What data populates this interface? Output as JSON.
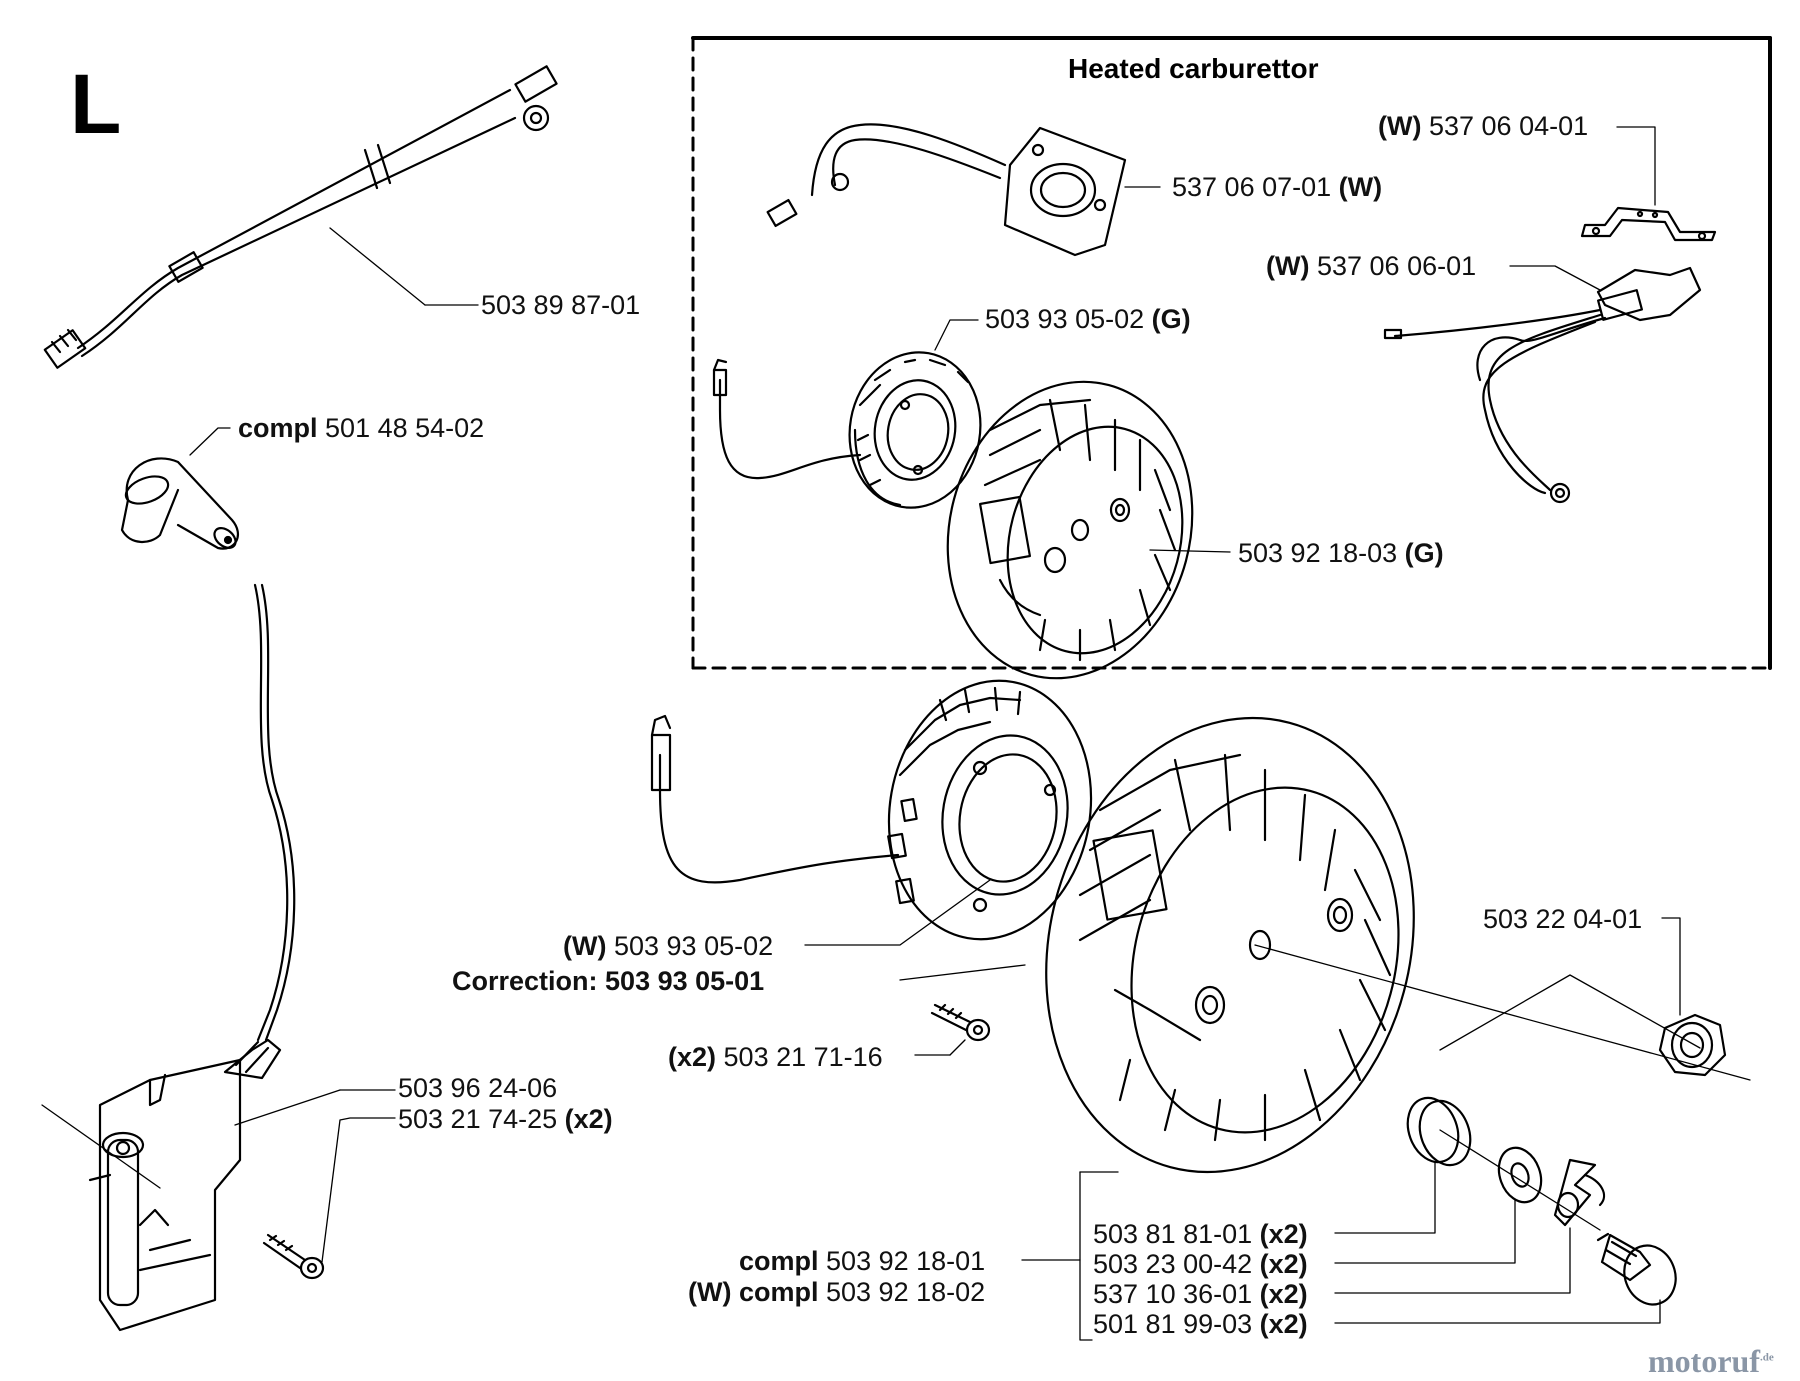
{
  "section_letter": "L",
  "inset": {
    "title": "Heated carburettor"
  },
  "labels": {
    "cable": {
      "num": "503 89 87-01"
    },
    "plug_cap": {
      "pre": "compl",
      "num": "501 48 54-02"
    },
    "hc_clamp": {
      "pre": "(W)",
      "num": "537 06 04-01"
    },
    "hc_gasket_heater": {
      "num": "537 06 07-01",
      "suf": "(W)"
    },
    "hc_thermostat": {
      "pre": "(W)",
      "num": "537 06 06-01"
    },
    "hc_generator": {
      "num": "503 93 05-02",
      "suf": "(G)"
    },
    "hc_flywheel": {
      "num": "503 92 18-03",
      "suf": "(G)"
    },
    "generator": {
      "pre": "(W)",
      "num": "503 93 05-02"
    },
    "correction": {
      "pre": "Correction:",
      "num": "503 93 05-01"
    },
    "gen_screw": {
      "pre": "(x2)",
      "num": "503 21 71-16"
    },
    "coil": {
      "num": "503 96 24-06"
    },
    "coil_screw": {
      "num": "503 21 74-25",
      "suf": "(x2)"
    },
    "nut": {
      "num": "503 22 04-01"
    },
    "flywheel": {
      "pre": "compl",
      "num": "503 92 18-01"
    },
    "flywheel_w": {
      "pre": "(W) compl",
      "num": "503 92 18-02"
    },
    "spring": {
      "num": "503 81 81-01",
      "suf": "(x2)"
    },
    "washer": {
      "num": "503 23 00-42",
      "suf": "(x2)"
    },
    "pawl": {
      "num": "537 10 36-01",
      "suf": "(x2)"
    },
    "pin": {
      "num": "501 81 99-03",
      "suf": "(x2)"
    }
  },
  "watermark": {
    "text": "motoruf",
    "suffix": ".de"
  }
}
